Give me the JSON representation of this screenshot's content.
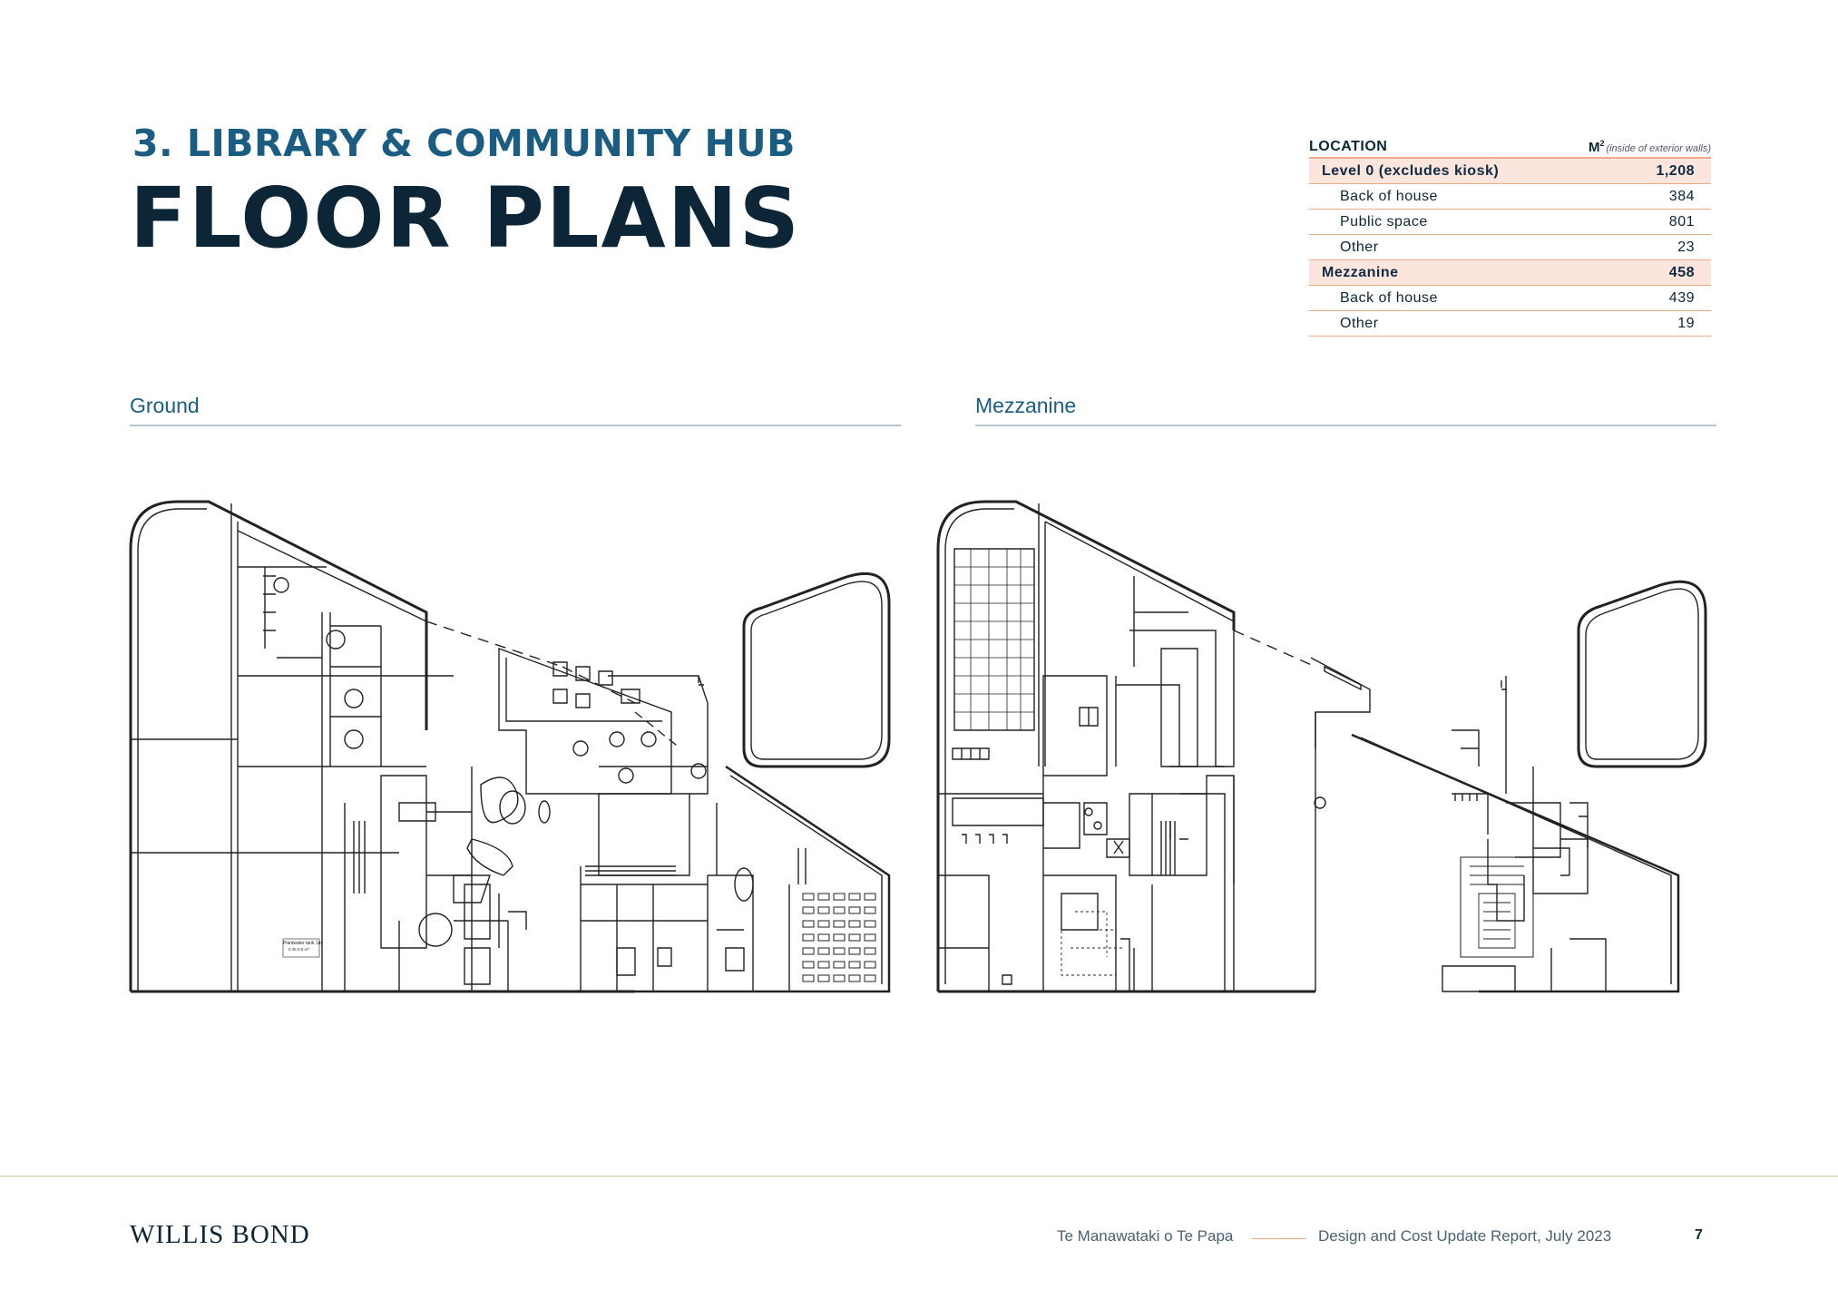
{
  "header": {
    "subtitle": "3. LIBRARY & COMMUNITY HUB",
    "title": "FLOOR PLANS"
  },
  "area_table": {
    "col_location": "LOCATION",
    "col_area": "M",
    "col_area_sup": "2",
    "col_area_note": "(inside of exterior walls)",
    "rows": [
      {
        "label": "Level 0 (excludes kiosk)",
        "value": "1,208"
      },
      {
        "label": "Back of house",
        "value": "384"
      },
      {
        "label": "Public space",
        "value": "801"
      },
      {
        "label": "Other",
        "value": "23"
      },
      {
        "label": "Mezzanine",
        "value": "458"
      },
      {
        "label": "Back of house",
        "value": "439"
      },
      {
        "label": "Other",
        "value": "19"
      }
    ]
  },
  "plans": {
    "ground": {
      "label": "Ground",
      "room_label": "Plantwater tank 1m",
      "room_sub": "0.45 0.5 m³"
    },
    "mezzanine": {
      "label": "Mezzanine"
    }
  },
  "footer": {
    "brand": "WILLIS BOND",
    "project": "Te Manawataki o Te Papa",
    "report": "Design and Cost Update Report,  July 2023",
    "page": "7"
  }
}
